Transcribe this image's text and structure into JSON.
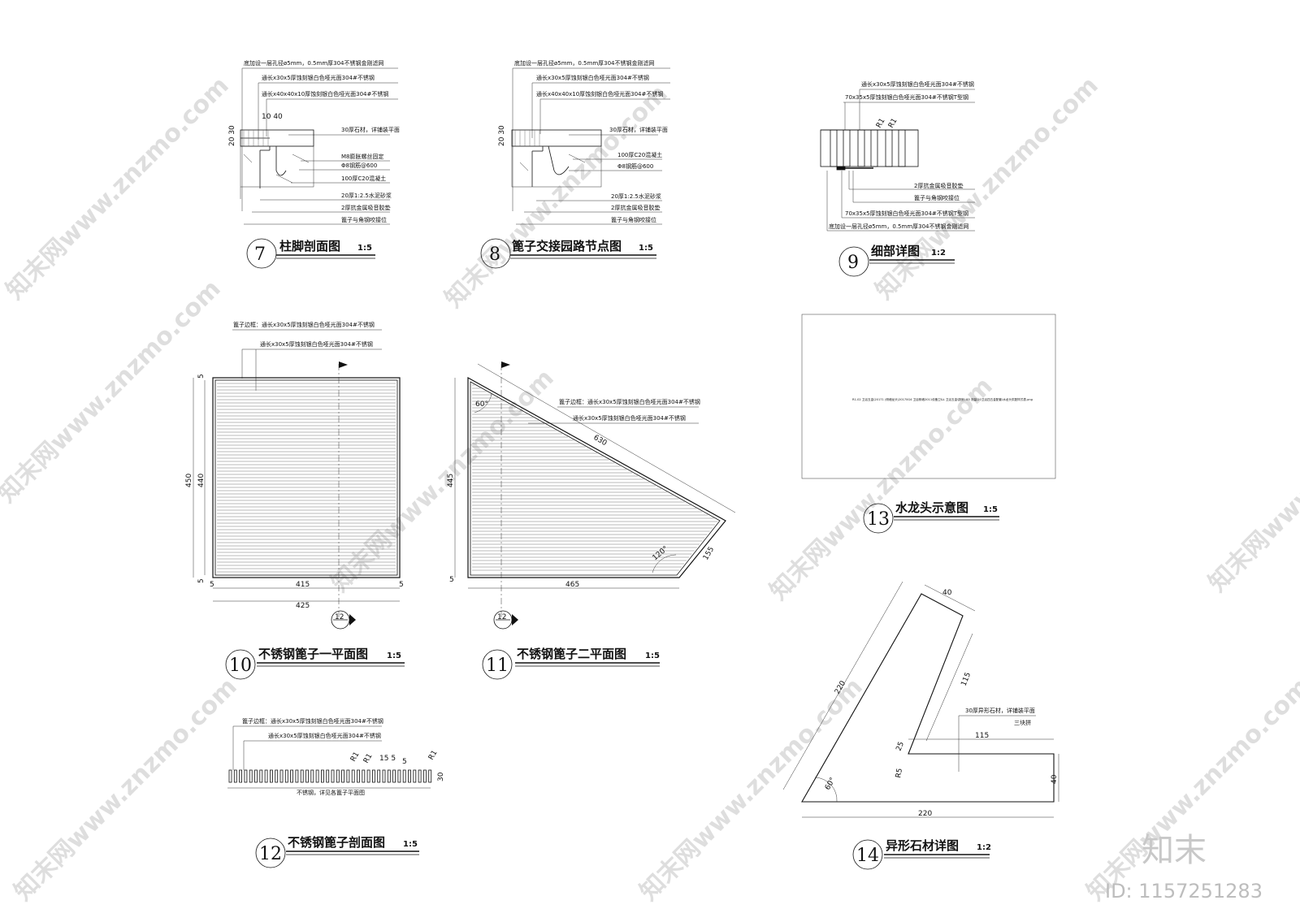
{
  "watermark": {
    "text": "知末网www.znzmo.com",
    "brand": "知末",
    "id": "ID: 1157251283"
  },
  "details": {
    "d7": {
      "num": "7",
      "title": "柱脚剖面图",
      "scale": "1:5",
      "notes": [
        "底加设一层孔径ø5mm，0.5mm厚304不锈钢金刚滤网",
        "通长x30x5厚蚀刻银白色哑光面304#不锈钢",
        "通长x40x40x10厚蚀刻银白色哑光面304#不锈钢",
        "30厚石材，详铺装平面",
        "M8膨胀螺丝固定",
        "Φ8钢筋@600",
        "100厚C20混凝土",
        "20厚1:2.5水泥砂浆",
        "2厚抗金属吸音胶垫",
        "篦子与角钢咬接位"
      ],
      "dims": [
        "10 40",
        "20 30"
      ]
    },
    "d8": {
      "num": "8",
      "title": "篦子交接园路节点图",
      "scale": "1:5",
      "notes": [
        "底加设一层孔径ø5mm，0.5mm厚304不锈钢金刚滤网",
        "通长x30x5厚蚀刻银白色哑光面304#不锈钢",
        "通长x40x40x10厚蚀刻银白色哑光面304#不锈钢",
        "30厚石材，详铺装平面",
        "100厚C20混凝土",
        "Φ8钢筋@600",
        "20厚1:2.5水泥砂浆",
        "2厚抗金属吸音胶垫",
        "篦子与角钢咬接位"
      ],
      "dims": [
        "20 30"
      ]
    },
    "d9": {
      "num": "9",
      "title": "细部详图",
      "scale": "1:2",
      "notes": [
        "通长x30x5厚蚀刻银白色哑光面304#不锈钢",
        "70x35x5厚蚀刻银白色哑光面304#不锈钢T型钢",
        "2厚抗金属吸音胶垫",
        "篦子与角钢咬接位",
        "70x35x5厚蚀刻银白色哑光面304#不锈钢T型钢",
        "底加设一层孔径ø5mm，0.5mm厚304不锈钢金刚滤网"
      ],
      "dims": [
        "R1",
        "R1"
      ]
    },
    "d10": {
      "num": "10",
      "title": "不锈钢篦子一平面图",
      "scale": "1:5",
      "notes": [
        "篦子边框：通长x30x5厚蚀刻银白色哑光面304#不锈钢",
        "通长x30x5厚蚀刻银白色哑光面304#不锈钢"
      ],
      "dims": [
        "450",
        "440",
        "5",
        "5",
        "415",
        "425",
        "5",
        "5"
      ],
      "section_num": "12"
    },
    "d11": {
      "num": "11",
      "title": "不锈钢篦子二平面图",
      "scale": "1:5",
      "notes": [
        "篦子边框：通长x30x5厚蚀刻银白色哑光面304#不锈钢",
        "通长x30x5厚蚀刻银白色哑光面304#不锈钢"
      ],
      "dims": [
        "60°",
        "630",
        "445",
        "120°",
        "155",
        "465",
        "5"
      ],
      "section_num": "12"
    },
    "d12": {
      "num": "12",
      "title": "不锈钢篦子剖面图",
      "scale": "1:5",
      "notes": [
        "篦子边框：通长x30x5厚蚀刻银白色哑光面304#不锈钢",
        "通长x30x5厚蚀刻银白色哑光面304#不锈钢",
        "不锈钢，详见各篦子平面图"
      ],
      "dims": [
        "R1",
        "R1",
        "15 5",
        "5",
        "R1",
        "30"
      ]
    },
    "d13": {
      "num": "13",
      "title": "水龙头示意图",
      "scale": "1:5",
      "placeholder": "R1-02 卫浴五金\\20171 (侧墙龙头\\20170G4 卫浴侧墙2011设备卫&L 卫浴五金\\厨房) 85 测量\\20卫浴四五金配套\\水龙头供配样式表.png"
    },
    "d14": {
      "num": "14",
      "title": "异形石材详图",
      "scale": "1:2",
      "notes": [
        "30厚异形石材，详铺装平面",
        "三块拼"
      ],
      "dims": [
        "40",
        "220",
        "115",
        "115",
        "25",
        "R5",
        "60°",
        "40",
        "220"
      ]
    }
  }
}
